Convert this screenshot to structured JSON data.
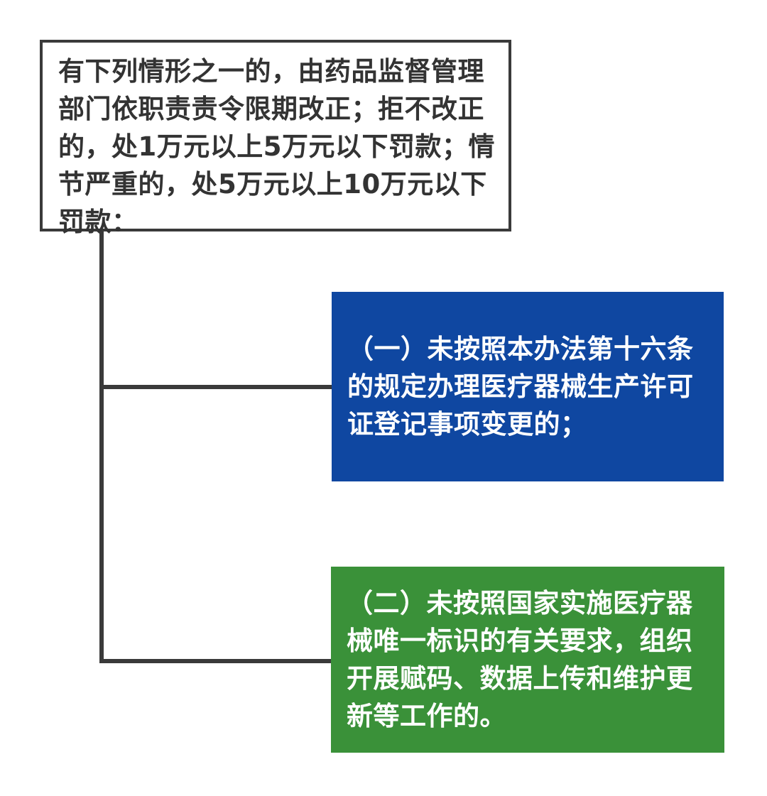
{
  "diagram": {
    "root": {
      "text": "有下列情形之一的，由药品监督管理部门依职责责令限期改正；拒不改正的，处1万元以上5万元以下罚款；情节严重的，处5万元以上10万元以下罚款："
    },
    "children": [
      {
        "text": "（一）未按照本办法第十六条的规定办理医疗器械生产许可证登记事项变更的；",
        "color": "#0F47A1"
      },
      {
        "text": "（二）未按照国家实施医疗器械唯一标识的有关要求，组织开展赋码、数据上传和维护更新等工作的。",
        "color": "#3A9139"
      }
    ],
    "colors": {
      "border": "#3A3A3A",
      "connector": "#3A3A3A",
      "root_text": "#333333",
      "child_text": "#FFFFFF"
    }
  }
}
